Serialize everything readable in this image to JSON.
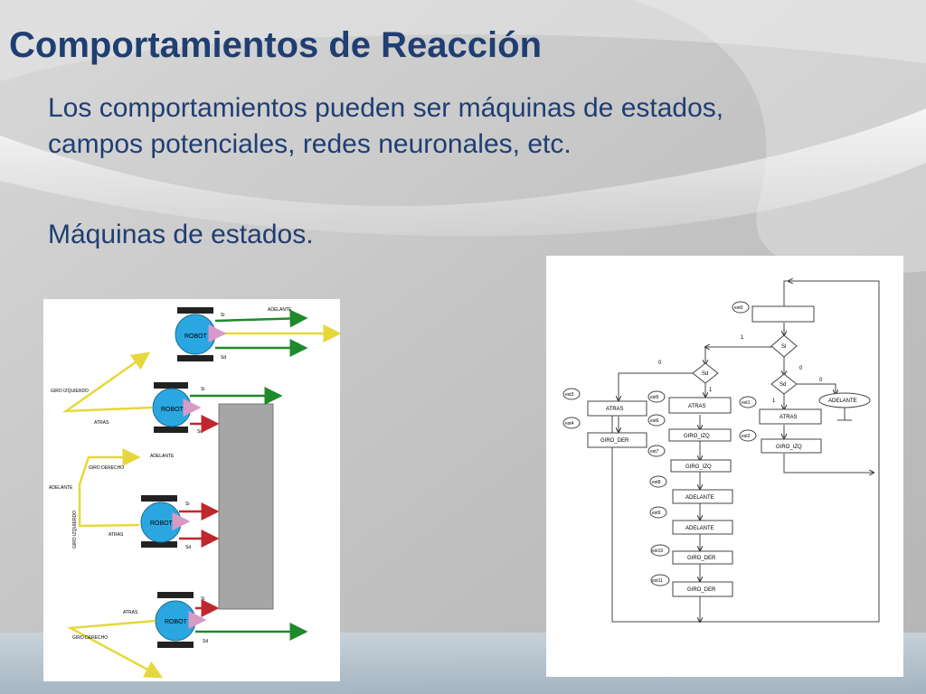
{
  "slide": {
    "title": "Comportamientos de Reacción",
    "paragraph1": {
      "line1": "Los comportamientos pueden ser máquinas de estados,",
      "line2": "campos potenciales,  redes neuronales, etc."
    },
    "paragraph2": "Máquinas de estados."
  },
  "robot_diagram": {
    "robot_label": "ROBOT",
    "si": "Si",
    "sd": "Sd",
    "adelante": "ADELANTE",
    "atras": "ATRAS",
    "giro_izquierdo": "GIRO IZQUIERDO",
    "giro_derecho": "GIRO DERECHO",
    "giro_izquierdo_vertical": "GIRO IZQUIERDO"
  },
  "state_machine": {
    "states": [
      "est0",
      "est1",
      "est2",
      "est3",
      "est4",
      "est5",
      "est6",
      "est7",
      "est8",
      "est9",
      "est10",
      "est11"
    ],
    "boxes": {
      "atras": "ATRAS",
      "giro_der": "GIRO_DER",
      "giro_izq": "GIRO_IZQ",
      "adelante": "ADELANTE"
    },
    "decisions": {
      "si": "Si",
      "sd": "Sd"
    },
    "branches": {
      "zero": "0",
      "one": "1"
    },
    "terminal": "ADELANTE"
  },
  "colors": {
    "title": "#1f3e72",
    "robot_fill": "#2aa7e0",
    "arrow_green": "#1f8a2c",
    "arrow_yellow": "#e6d83a",
    "arrow_red": "#c0272d",
    "arrow_pink": "#d99ac8",
    "obstacle": "#a6a6a6"
  }
}
